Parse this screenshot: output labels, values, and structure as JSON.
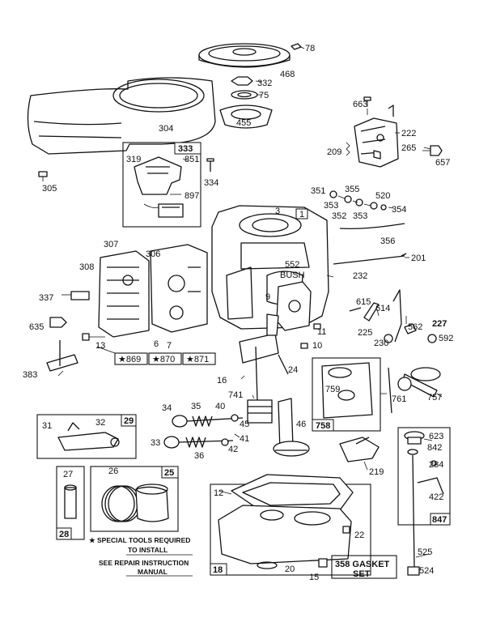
{
  "callouts": {
    "c78": "78",
    "c468": "468",
    "c332": "332",
    "c75": "75",
    "c455": "455",
    "c304": "304",
    "c663": "663",
    "c222": "222",
    "c265": "265",
    "c657": "657",
    "c209": "209",
    "c333": "333",
    "c319": "319",
    "c851": "851",
    "c897": "897",
    "c334": "334",
    "c305": "305",
    "c351": "351",
    "c355": "355",
    "c520": "520",
    "c353a": "353",
    "c352": "352",
    "c353b": "353",
    "c354": "354",
    "c3": "3",
    "c1": "1",
    "c356": "356",
    "c307": "307",
    "c306": "306",
    "c308": "308",
    "c552": "552",
    "bush": "BUSH",
    "c201": "201",
    "c232": "232",
    "c9": "9",
    "c615": "615",
    "c614": "614",
    "c337": "337",
    "c225": "225",
    "c562": "562",
    "c227": "227",
    "c592": "592",
    "c230": "230",
    "c635": "635",
    "c13": "13",
    "c6": "6",
    "c7": "7",
    "c11": "11",
    "c10": "10",
    "c869": "★869",
    "c870": "★870",
    "c871": "★871",
    "c383": "383",
    "c24": "24",
    "c16": "16",
    "c741": "741",
    "c759": "759",
    "c761": "761",
    "c757": "757",
    "c34": "34",
    "c35": "35",
    "c40": "40",
    "c45": "45",
    "c46": "46",
    "c758": "758",
    "c31": "31",
    "c32": "32",
    "c29": "29",
    "c623": "623",
    "c842": "842",
    "c284": "284",
    "c33": "33",
    "c36": "36",
    "c42": "42",
    "c41": "41",
    "c219": "219",
    "c422": "422",
    "c27": "27",
    "c26": "26",
    "c25": "25",
    "c12": "12",
    "c847": "847",
    "c28": "28",
    "c22": "22",
    "c525": "525",
    "c18": "18",
    "c20": "20",
    "c15": "15",
    "c358": "358 GASKET",
    "set": "SET",
    "c524": "524"
  },
  "notes": {
    "special_line1": "★ SPECIAL TOOLS REQUIRED",
    "special_line2": "TO INSTALL",
    "repair_line1": "SEE REPAIR INSTRUCTION",
    "repair_line2": "MANUAL"
  }
}
